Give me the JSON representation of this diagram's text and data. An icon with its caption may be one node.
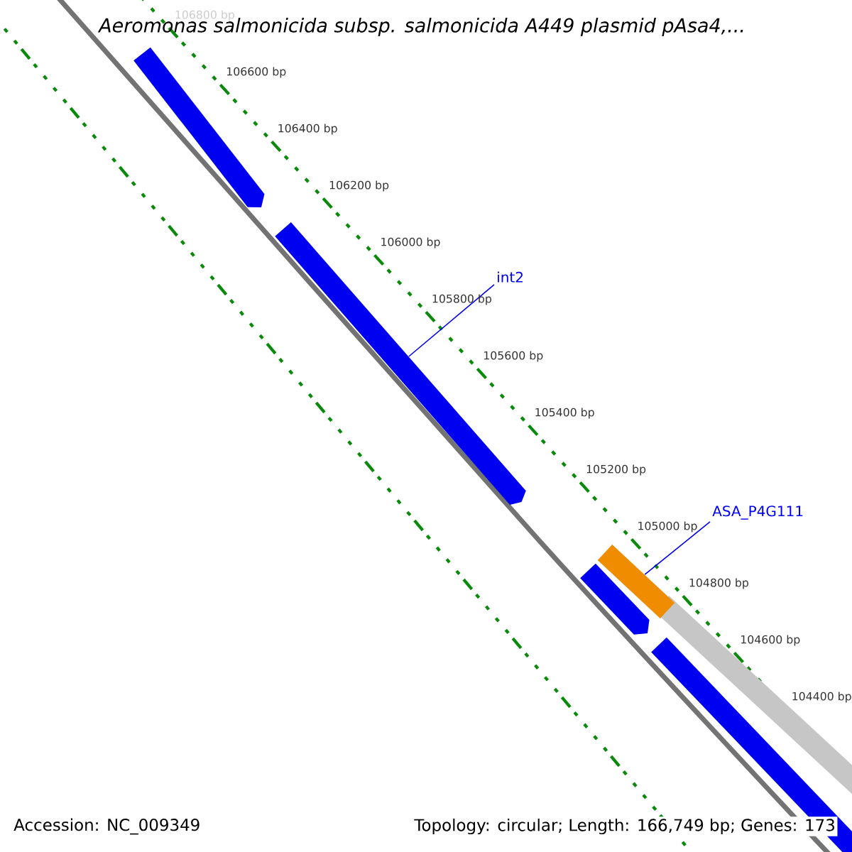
{
  "diagram": {
    "title": "Aeromonas salmonicida subsp. salmonicida A449 plasmid pAsa4,...",
    "nodes": [
      {
        "text": [
          "int2"
        ]
      },
      {
        "text": [],
        "shape": "arrow"
      },
      {
        "text": [
          "ASA_P4G111"
        ]
      },
      {
        "text": [],
        "shape": "bar"
      }
    ],
    "edges": [
      {
        "from": 0,
        "to": 1,
        "arrow": "none"
      },
      {
        "from": 2,
        "to": 3,
        "arrow": "none"
      }
    ],
    "labels": [
      "106800 bp",
      "106600 bp",
      "106400 bp",
      "106200 bp",
      "106000 bp",
      "105800 bp",
      "105600 bp",
      "105400 bp",
      "105200 bp",
      "105000 bp",
      "104800 bp",
      "104600 bp",
      "104400 bp",
      "Accession: NC_009349",
      "Topology: circular; Length: 166,749 bp; Genes: 173"
    ]
  }
}
